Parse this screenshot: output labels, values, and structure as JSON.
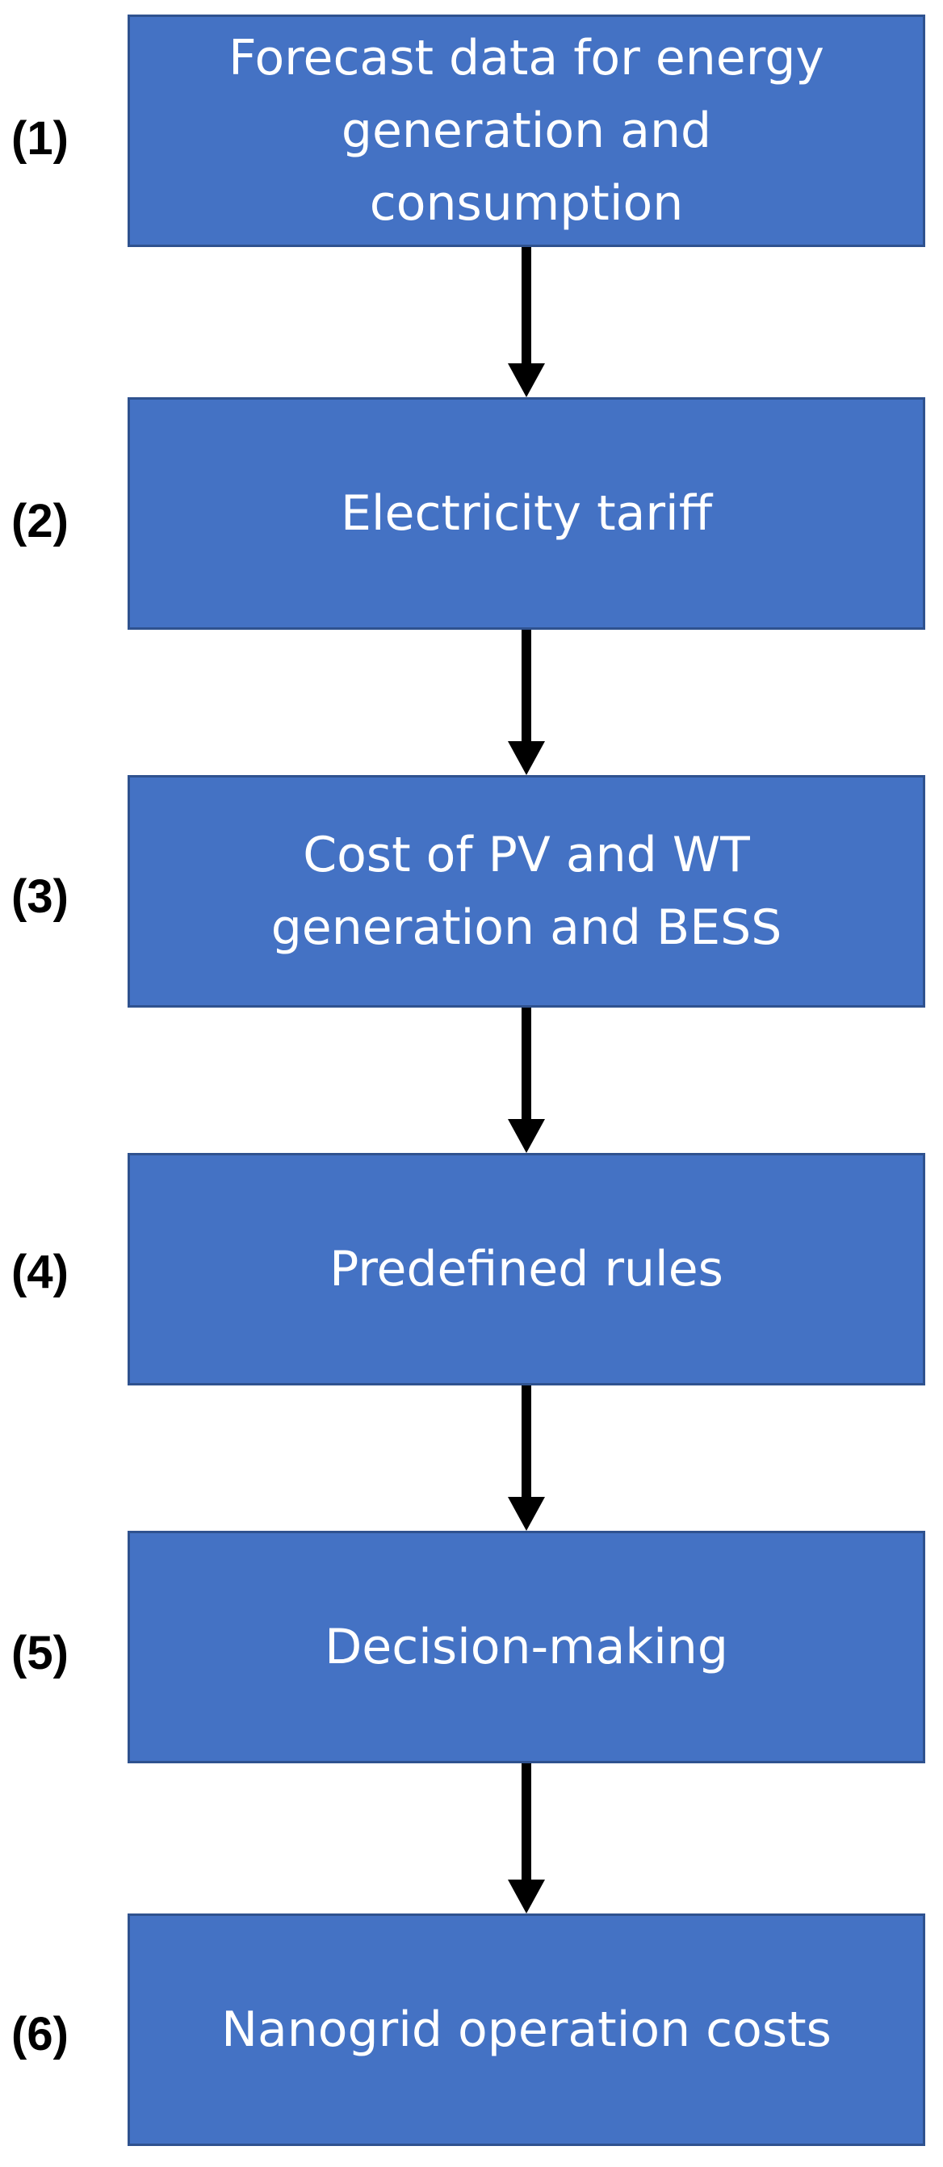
{
  "steps": [
    {
      "label": "(1)",
      "text": "Forecast data for energy generation and consumption"
    },
    {
      "label": "(2)",
      "text": "Electricity tariff"
    },
    {
      "label": "(3)",
      "text": "Cost of PV and WT generation and BESS"
    },
    {
      "label": "(4)",
      "text": "Predefined rules"
    },
    {
      "label": "(5)",
      "text": "Decision-making"
    },
    {
      "label": "(6)",
      "text": "Nanogrid operation costs"
    }
  ],
  "colors": {
    "box_fill": "#4472c4",
    "box_border": "#2f528f",
    "box_text": "#ffffff",
    "arrow": "#000000"
  }
}
